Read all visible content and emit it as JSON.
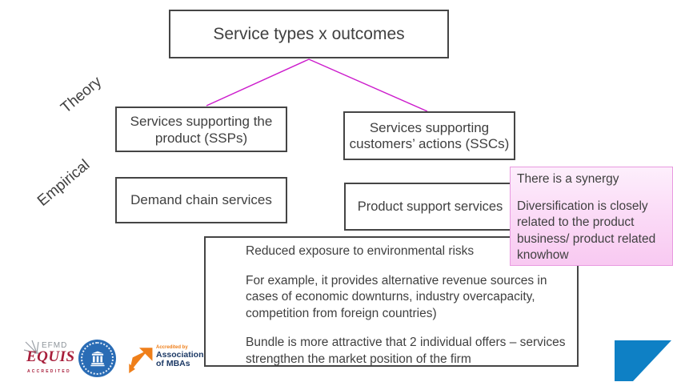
{
  "slide": {
    "title": "Service types x outcomes",
    "axis_labels": {
      "theory": "Theory",
      "empirical": "Empirical"
    },
    "boxes": {
      "ssp": "Services supporting the product (SSPs)",
      "ssc": "Services supporting customers’ actions (SSCs)",
      "demand_chain": "Demand chain services",
      "product_support": "Product support services"
    },
    "synergy_note": {
      "para1": "There is a synergy",
      "para2": "Diversification is closely related to the product business/ product related knowhow"
    },
    "outcomes_note": {
      "para1": "Reduced exposure to environmental risks",
      "para2": "For example, it provides alternative revenue sources in cases of economic downturns, industry overcapacity, competition from foreign countries)",
      "para3": "Bundle is more attractive that 2 individual offers – services strengthen the market position of the firm"
    }
  },
  "footer": {
    "equis": {
      "efmd": "EFMD",
      "name": "EQUIS",
      "accredited": "ACCREDITED"
    },
    "amba": {
      "accredited_by": "Accredited by",
      "name_line1": "Association",
      "name_line2": "of MBAs"
    }
  },
  "colors": {
    "connector_magenta": "#cc1bcc",
    "box_border": "#454545",
    "text": "#404040",
    "note_pink_top": "#fdeffc",
    "note_pink_bottom": "#f8c9f1",
    "corner_accent_blue": "#0e80c5",
    "equis_red": "#a81e3b",
    "efmd_gray": "#8e959b",
    "amba_orange": "#ef7f1a",
    "amba_navy": "#1d3a66",
    "seal_blue": "#2a6cb5"
  }
}
